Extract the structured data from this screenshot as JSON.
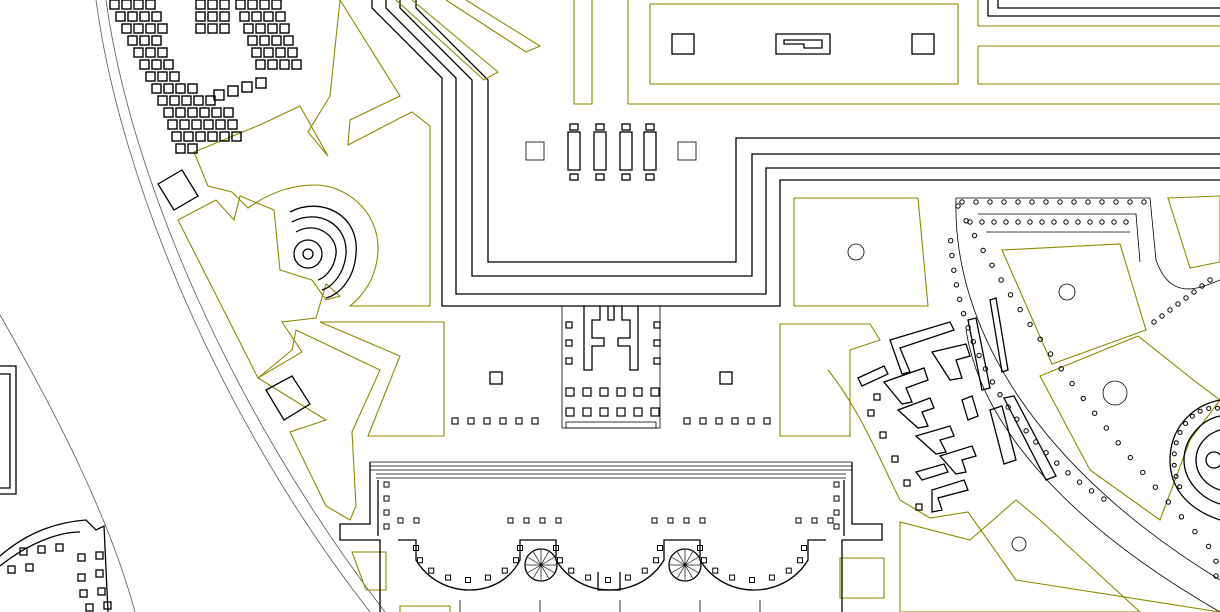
{
  "drawing": {
    "background": "#ffffff",
    "colors": {
      "wall": "#000000",
      "landscape_outline": "#8a8a00",
      "site_curve": "#555555"
    },
    "layers": [
      "walls",
      "landscape-outlines",
      "site-boundary"
    ]
  }
}
